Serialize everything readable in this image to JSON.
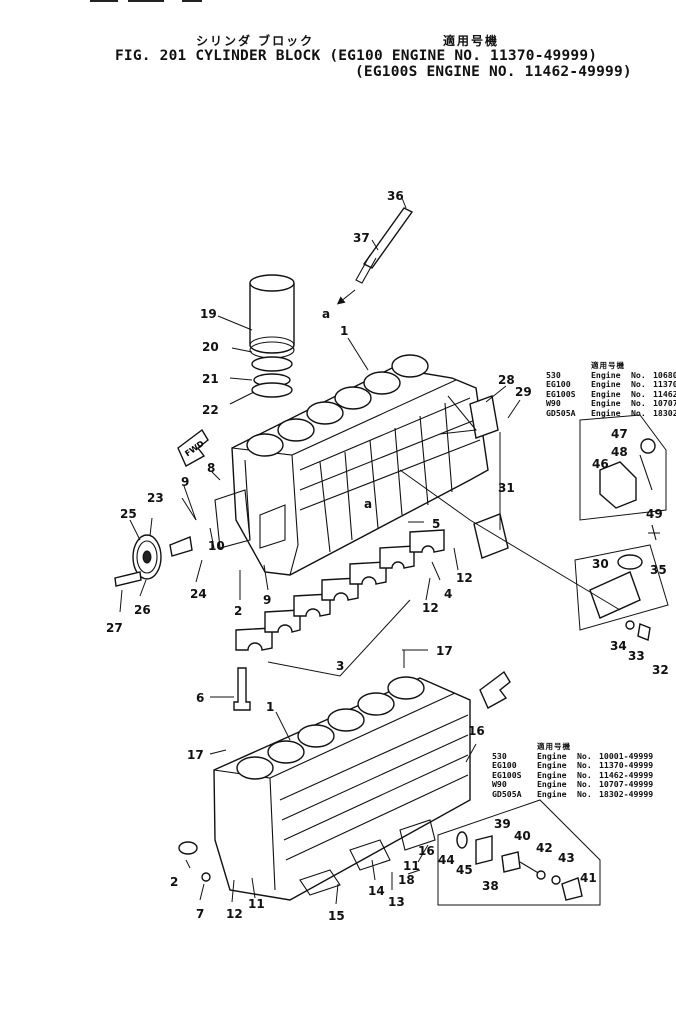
{
  "header": {
    "jp_title": "シリンダ ブロック",
    "jp_applicable": "適用号機",
    "line1": "FIG. 201  CYLINDER BLOCK (EG100   ENGINE  NO. 11370-49999)",
    "line2": "(EG100S  ENGINE  NO. 11462-49999)"
  },
  "top_table": {
    "heading": "適用号機",
    "rows": [
      {
        "model": "530",
        "label": "Engine",
        "no": "No.",
        "range": "10680~"
      },
      {
        "model": "EG100",
        "label": "Engine",
        "no": "No.",
        "range": "11370~"
      },
      {
        "model": "EG100S",
        "label": "Engine",
        "no": "No.",
        "range": "11462~"
      },
      {
        "model": "W90",
        "label": "Engine",
        "no": "No.",
        "range": "10707~"
      },
      {
        "model": "GD505A",
        "label": "Engine",
        "no": "No.",
        "range": "18302~"
      }
    ]
  },
  "bottom_table": {
    "heading": "適用号機",
    "rows": [
      {
        "model": "530",
        "label": "Engine",
        "no": "No.",
        "range": "10001-49999"
      },
      {
        "model": "EG100",
        "label": "Engine",
        "no": "No.",
        "range": "11370-49999"
      },
      {
        "model": "EG100S",
        "label": "Engine",
        "no": "No.",
        "range": "11462-49999"
      },
      {
        "model": "W90",
        "label": "Engine",
        "no": "No.",
        "range": "10707-49999"
      },
      {
        "model": "GD505A",
        "label": "Engine",
        "no": "No.",
        "range": "18302-49999"
      }
    ]
  },
  "callouts": [
    {
      "text": "36"
    },
    {
      "text": "37"
    },
    {
      "text": "a"
    },
    {
      "text": "19"
    },
    {
      "text": "20"
    },
    {
      "text": "21"
    },
    {
      "text": "22"
    },
    {
      "text": "1"
    },
    {
      "text": "28"
    },
    {
      "text": "29"
    },
    {
      "text": "8"
    },
    {
      "text": "9"
    },
    {
      "text": "23"
    },
    {
      "text": "25"
    },
    {
      "text": "a"
    },
    {
      "text": "5"
    },
    {
      "text": "31"
    },
    {
      "text": "10"
    },
    {
      "text": "24"
    },
    {
      "text": "2"
    },
    {
      "text": "9"
    },
    {
      "text": "12"
    },
    {
      "text": "4"
    },
    {
      "text": "12"
    },
    {
      "text": "26"
    },
    {
      "text": "27"
    },
    {
      "text": "3"
    },
    {
      "text": "17"
    },
    {
      "text": "6"
    },
    {
      "text": "1"
    },
    {
      "text": "16"
    },
    {
      "text": "17"
    },
    {
      "text": "47"
    },
    {
      "text": "48"
    },
    {
      "text": "46"
    },
    {
      "text": "49"
    },
    {
      "text": "30"
    },
    {
      "text": "35"
    },
    {
      "text": "34"
    },
    {
      "text": "33"
    },
    {
      "text": "32"
    },
    {
      "text": "16"
    },
    {
      "text": "39"
    },
    {
      "text": "40"
    },
    {
      "text": "42"
    },
    {
      "text": "43"
    },
    {
      "text": "41"
    },
    {
      "text": "44"
    },
    {
      "text": "45"
    },
    {
      "text": "38"
    },
    {
      "text": "11"
    },
    {
      "text": "18"
    },
    {
      "text": "14"
    },
    {
      "text": "13"
    },
    {
      "text": "2"
    },
    {
      "text": "7"
    },
    {
      "text": "12"
    },
    {
      "text": "11"
    },
    {
      "text": "15"
    }
  ],
  "fwd_label": "FWD"
}
